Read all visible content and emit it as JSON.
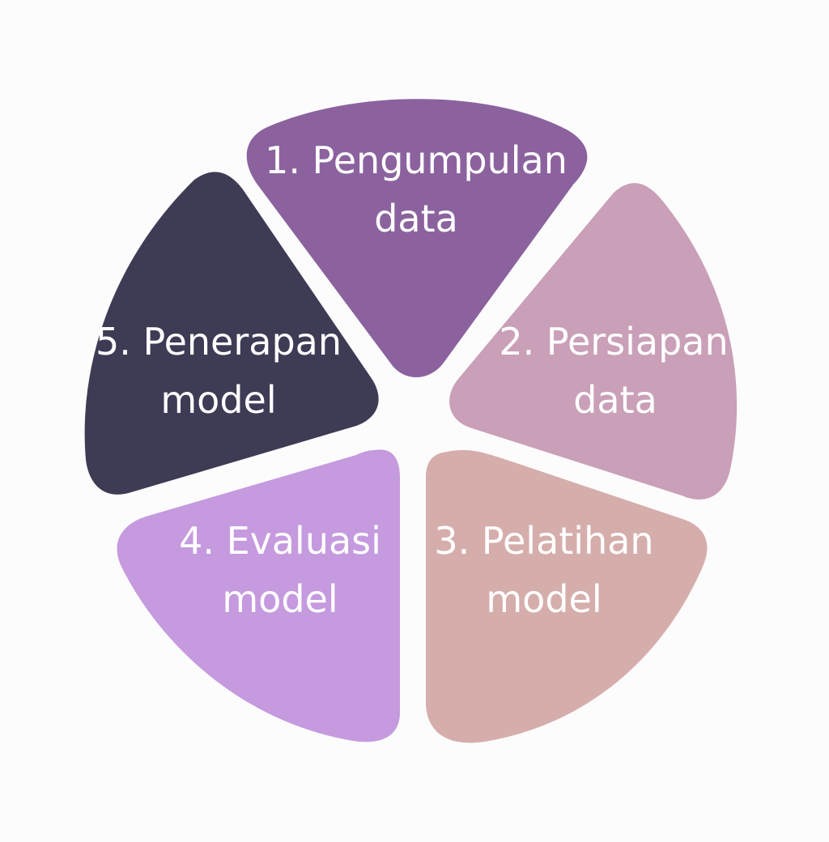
{
  "diagram": {
    "segments": [
      {
        "id": "pengumpulan",
        "line1": "1. Pengumpulan",
        "line2": "data",
        "color": "#8b629e"
      },
      {
        "id": "persiapan",
        "line1": "2. Persiapan",
        "line2": "data",
        "color": "#c9a0b8"
      },
      {
        "id": "pelatihan",
        "line1": "3. Pelatihan",
        "line2": "model",
        "color": "#d5aeac"
      },
      {
        "id": "evaluasi",
        "line1": "4. Evaluasi",
        "line2": "model",
        "color": "#c59ade"
      },
      {
        "id": "penerapan",
        "line1": "5. Penerapan",
        "line2": "model",
        "color": "#3e3b55"
      }
    ]
  }
}
